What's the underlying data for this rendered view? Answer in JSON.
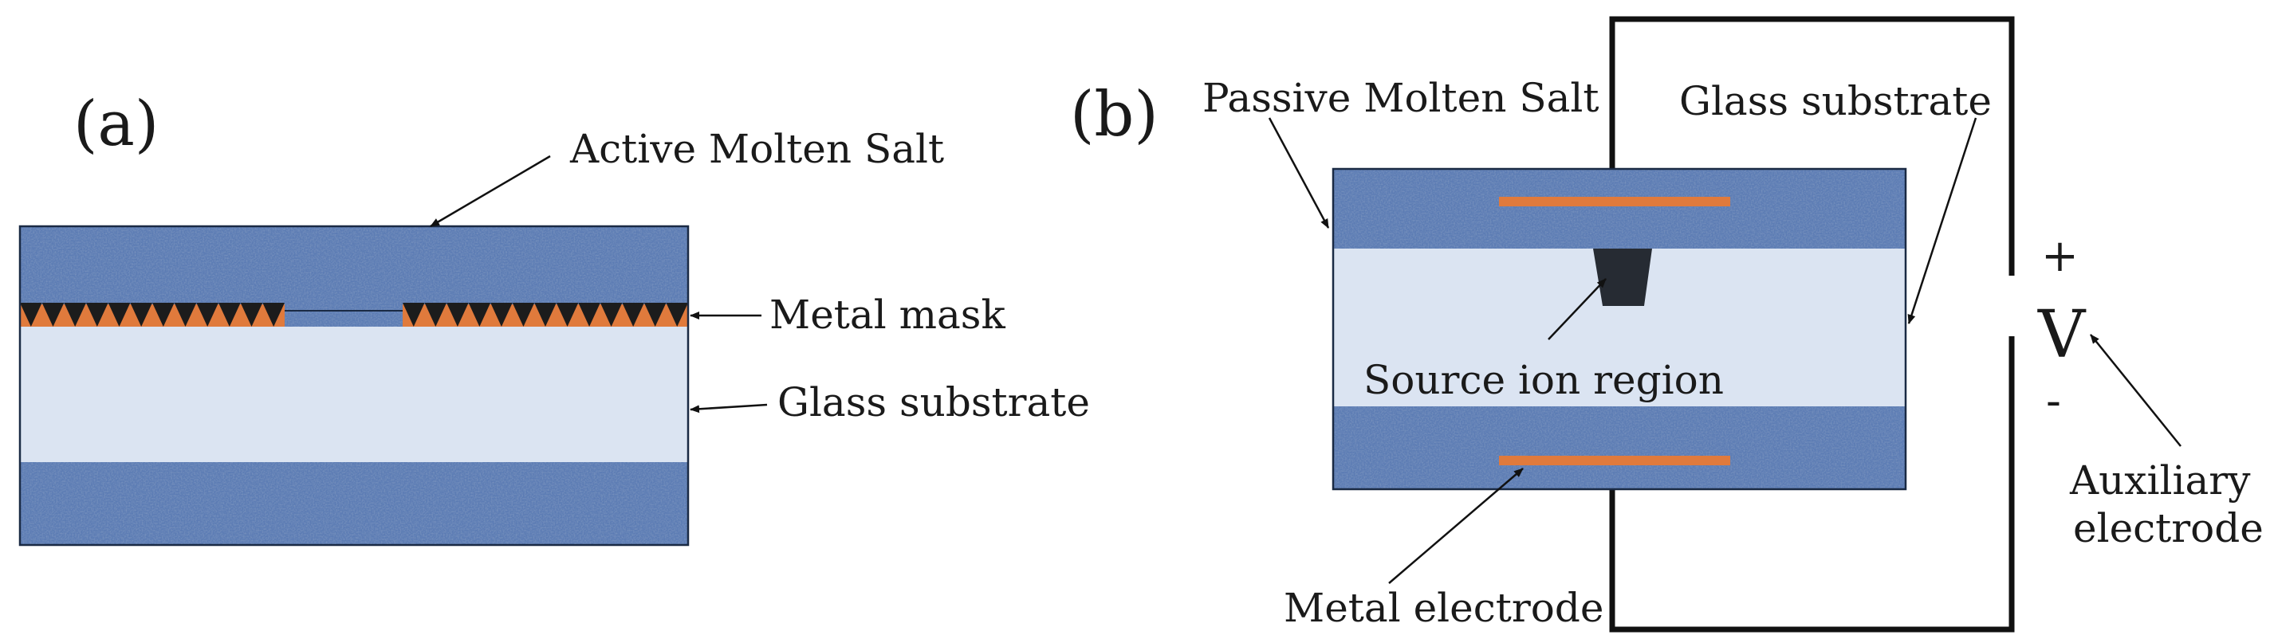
{
  "panel_a": {
    "tag": "(a)",
    "labels": {
      "active_molten_salt": "Active Molten Salt",
      "metal_mask": "Metal mask",
      "glass_substrate": "Glass substrate"
    }
  },
  "panel_b": {
    "tag": "(b)",
    "labels": {
      "passive_molten_salt": "Passive Molten Salt",
      "glass_substrate": "Glass substrate",
      "source_ion_region": "Source ion region",
      "metal_electrode": "Metal electrode",
      "auxiliary_electrode_line1": "Auxiliary",
      "auxiliary_electrode_line2": "electrode",
      "voltage": "V",
      "plus": "+",
      "minus": "-"
    }
  },
  "colors": {
    "molten_salt": "#5c7cb4",
    "glass": "#dbe4f2",
    "metal": "#e07a3c",
    "mask_teeth": "#1c1c1c",
    "source_region": "#262b33",
    "outline": "#1a2a44",
    "wire": "#111111"
  }
}
